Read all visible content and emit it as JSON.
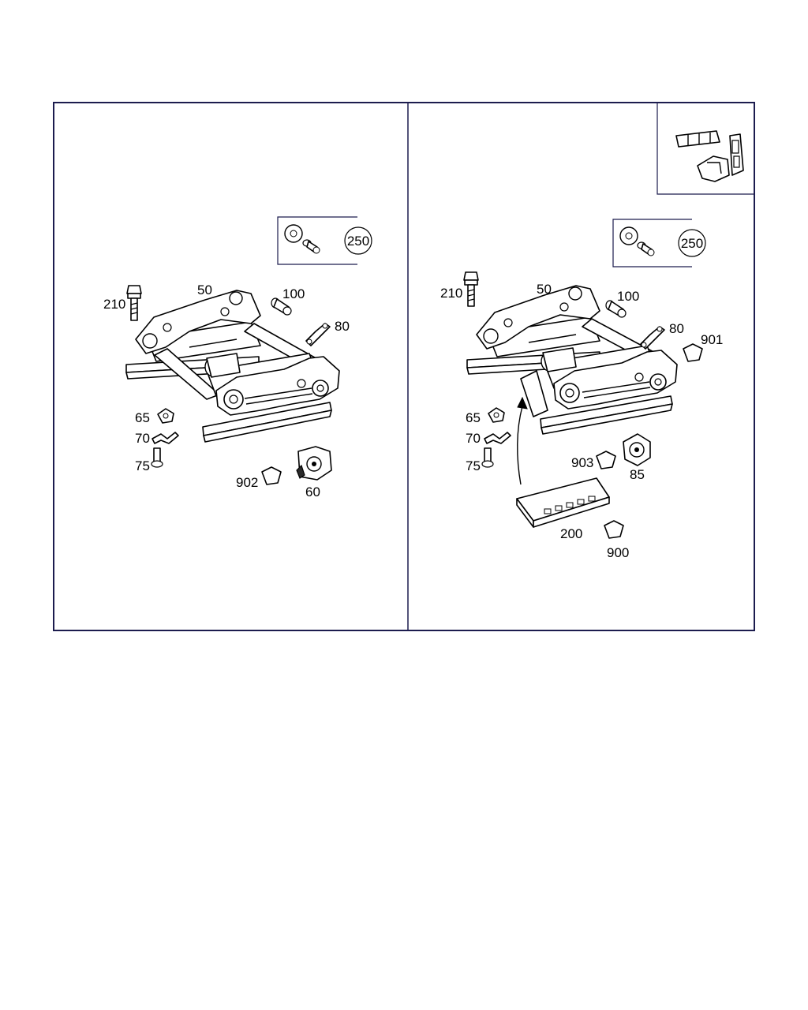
{
  "left_panel": {
    "callouts": {
      "c210": "210",
      "c50": "50",
      "c100": "100",
      "c80": "80",
      "c65": "65",
      "c70": "70",
      "c75": "75",
      "c902": "902",
      "c60": "60"
    },
    "kit_label": "250"
  },
  "right_panel": {
    "callouts": {
      "c210": "210",
      "c50": "50",
      "c100": "100",
      "c80": "80",
      "c901": "901",
      "c65": "65",
      "c70": "70",
      "c75": "75",
      "c903": "903",
      "c85": "85",
      "c200": "200",
      "c900": "900"
    },
    "kit_label": "250"
  },
  "colors": {
    "frame": "#1c1c4e",
    "ink": "#000000",
    "background": "#ffffff"
  }
}
